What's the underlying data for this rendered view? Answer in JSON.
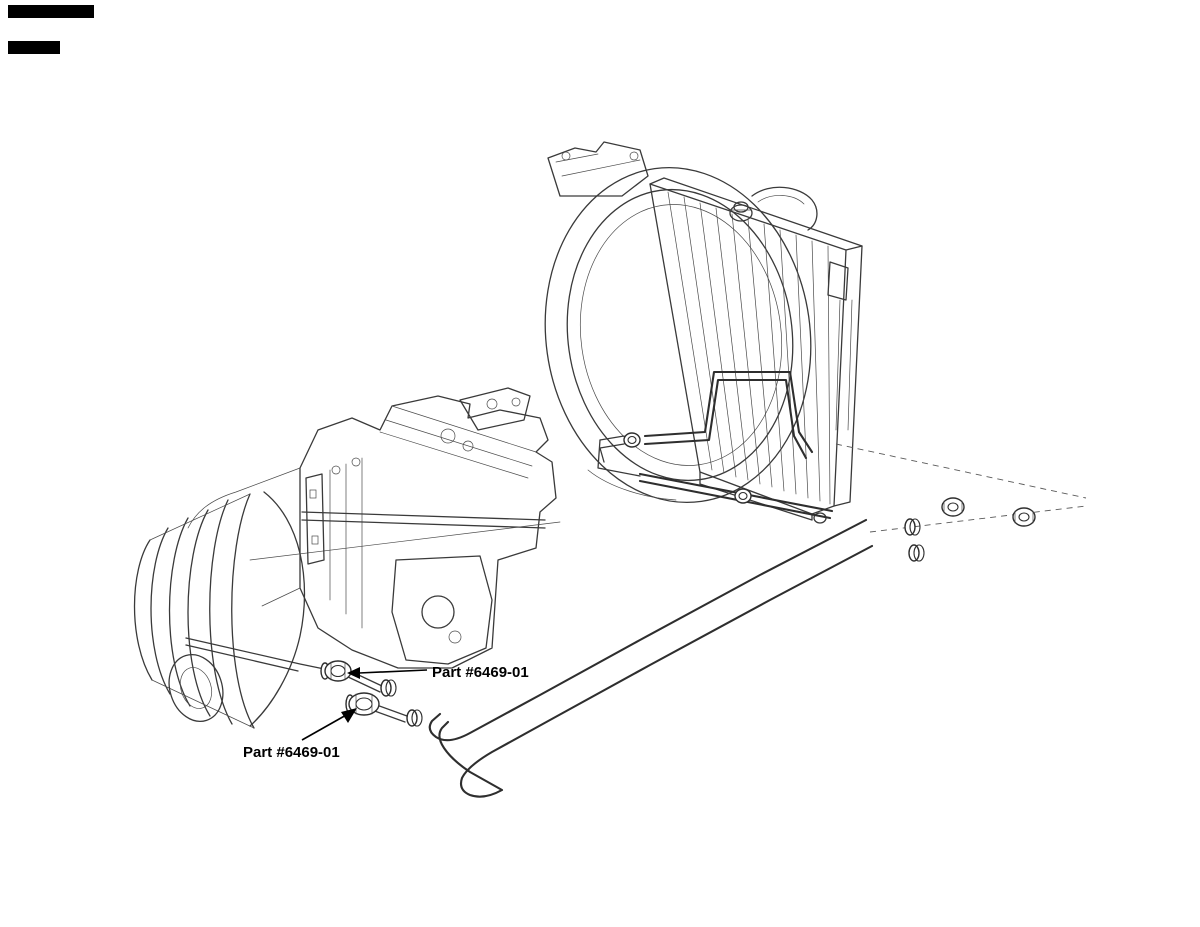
{
  "page": {
    "background_color": "#ffffff"
  },
  "diagram": {
    "type": "automotive-parts-line-diagram",
    "line_color": "#3a3a3a",
    "label_color": "#000000",
    "components": [
      {
        "name": "radiator-assembly"
      },
      {
        "name": "fan-shroud"
      },
      {
        "name": "radiator-cap"
      },
      {
        "name": "upper-cooler-line-loop"
      },
      {
        "name": "lower-cooler-line"
      },
      {
        "name": "long-cooler-tubes"
      },
      {
        "name": "tube-fittings-right"
      },
      {
        "name": "engine-transmission-assembly"
      },
      {
        "name": "transmission-line-fitting-upper"
      },
      {
        "name": "transmission-line-fitting-lower"
      }
    ],
    "annotations": [
      {
        "id": "part-label-upper",
        "label": "Part #6469-01"
      },
      {
        "id": "part-label-lower",
        "label": "Part #6469-01"
      }
    ]
  }
}
